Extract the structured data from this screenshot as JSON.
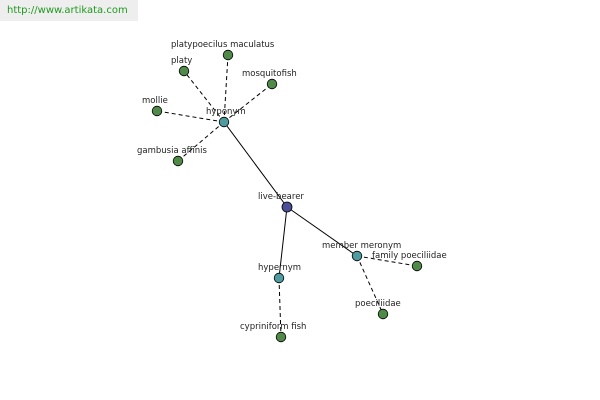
{
  "watermark": "http://www.artikata.com",
  "colors": {
    "root_node": "#4a4f96",
    "relation_node": "#4e9ba0",
    "leaf_node": "#4f8a48",
    "watermark_text": "#1e9a1e",
    "watermark_bg": "#eeeeee"
  },
  "graph": {
    "nodes": [
      {
        "id": "live-bearer",
        "label": "live-bearer",
        "kind": "root"
      },
      {
        "id": "hyponym",
        "label": "hyponym",
        "kind": "relation"
      },
      {
        "id": "hypernym",
        "label": "hypernym",
        "kind": "relation"
      },
      {
        "id": "member-meronym",
        "label": "member meronym",
        "kind": "relation"
      },
      {
        "id": "platypoecilus-maculatus",
        "label": "platypoecilus maculatus",
        "kind": "leaf"
      },
      {
        "id": "platy",
        "label": "platy",
        "kind": "leaf"
      },
      {
        "id": "mosquitofish",
        "label": "mosquitofish",
        "kind": "leaf"
      },
      {
        "id": "mollie",
        "label": "mollie",
        "kind": "leaf"
      },
      {
        "id": "gambusia-affinis",
        "label": "gambusia affinis",
        "kind": "leaf"
      },
      {
        "id": "cypriniform-fish",
        "label": "cypriniform fish",
        "kind": "leaf"
      },
      {
        "id": "family-poeciliidae",
        "label": "family poeciliidae",
        "kind": "leaf"
      },
      {
        "id": "poeciliidae",
        "label": "poeciliidae",
        "kind": "leaf"
      }
    ],
    "edges": [
      {
        "from": "live-bearer",
        "to": "hyponym",
        "style": "solid"
      },
      {
        "from": "live-bearer",
        "to": "hypernym",
        "style": "solid"
      },
      {
        "from": "live-bearer",
        "to": "member-meronym",
        "style": "solid"
      },
      {
        "from": "hyponym",
        "to": "platypoecilus-maculatus",
        "style": "dashed"
      },
      {
        "from": "hyponym",
        "to": "platy",
        "style": "dashed"
      },
      {
        "from": "hyponym",
        "to": "mosquitofish",
        "style": "dashed"
      },
      {
        "from": "hyponym",
        "to": "mollie",
        "style": "dashed"
      },
      {
        "from": "hyponym",
        "to": "gambusia-affinis",
        "style": "dashed"
      },
      {
        "from": "hypernym",
        "to": "cypriniform-fish",
        "style": "dashed"
      },
      {
        "from": "member-meronym",
        "to": "family-poeciliidae",
        "style": "dashed"
      },
      {
        "from": "member-meronym",
        "to": "poeciliidae",
        "style": "dashed"
      }
    ]
  }
}
